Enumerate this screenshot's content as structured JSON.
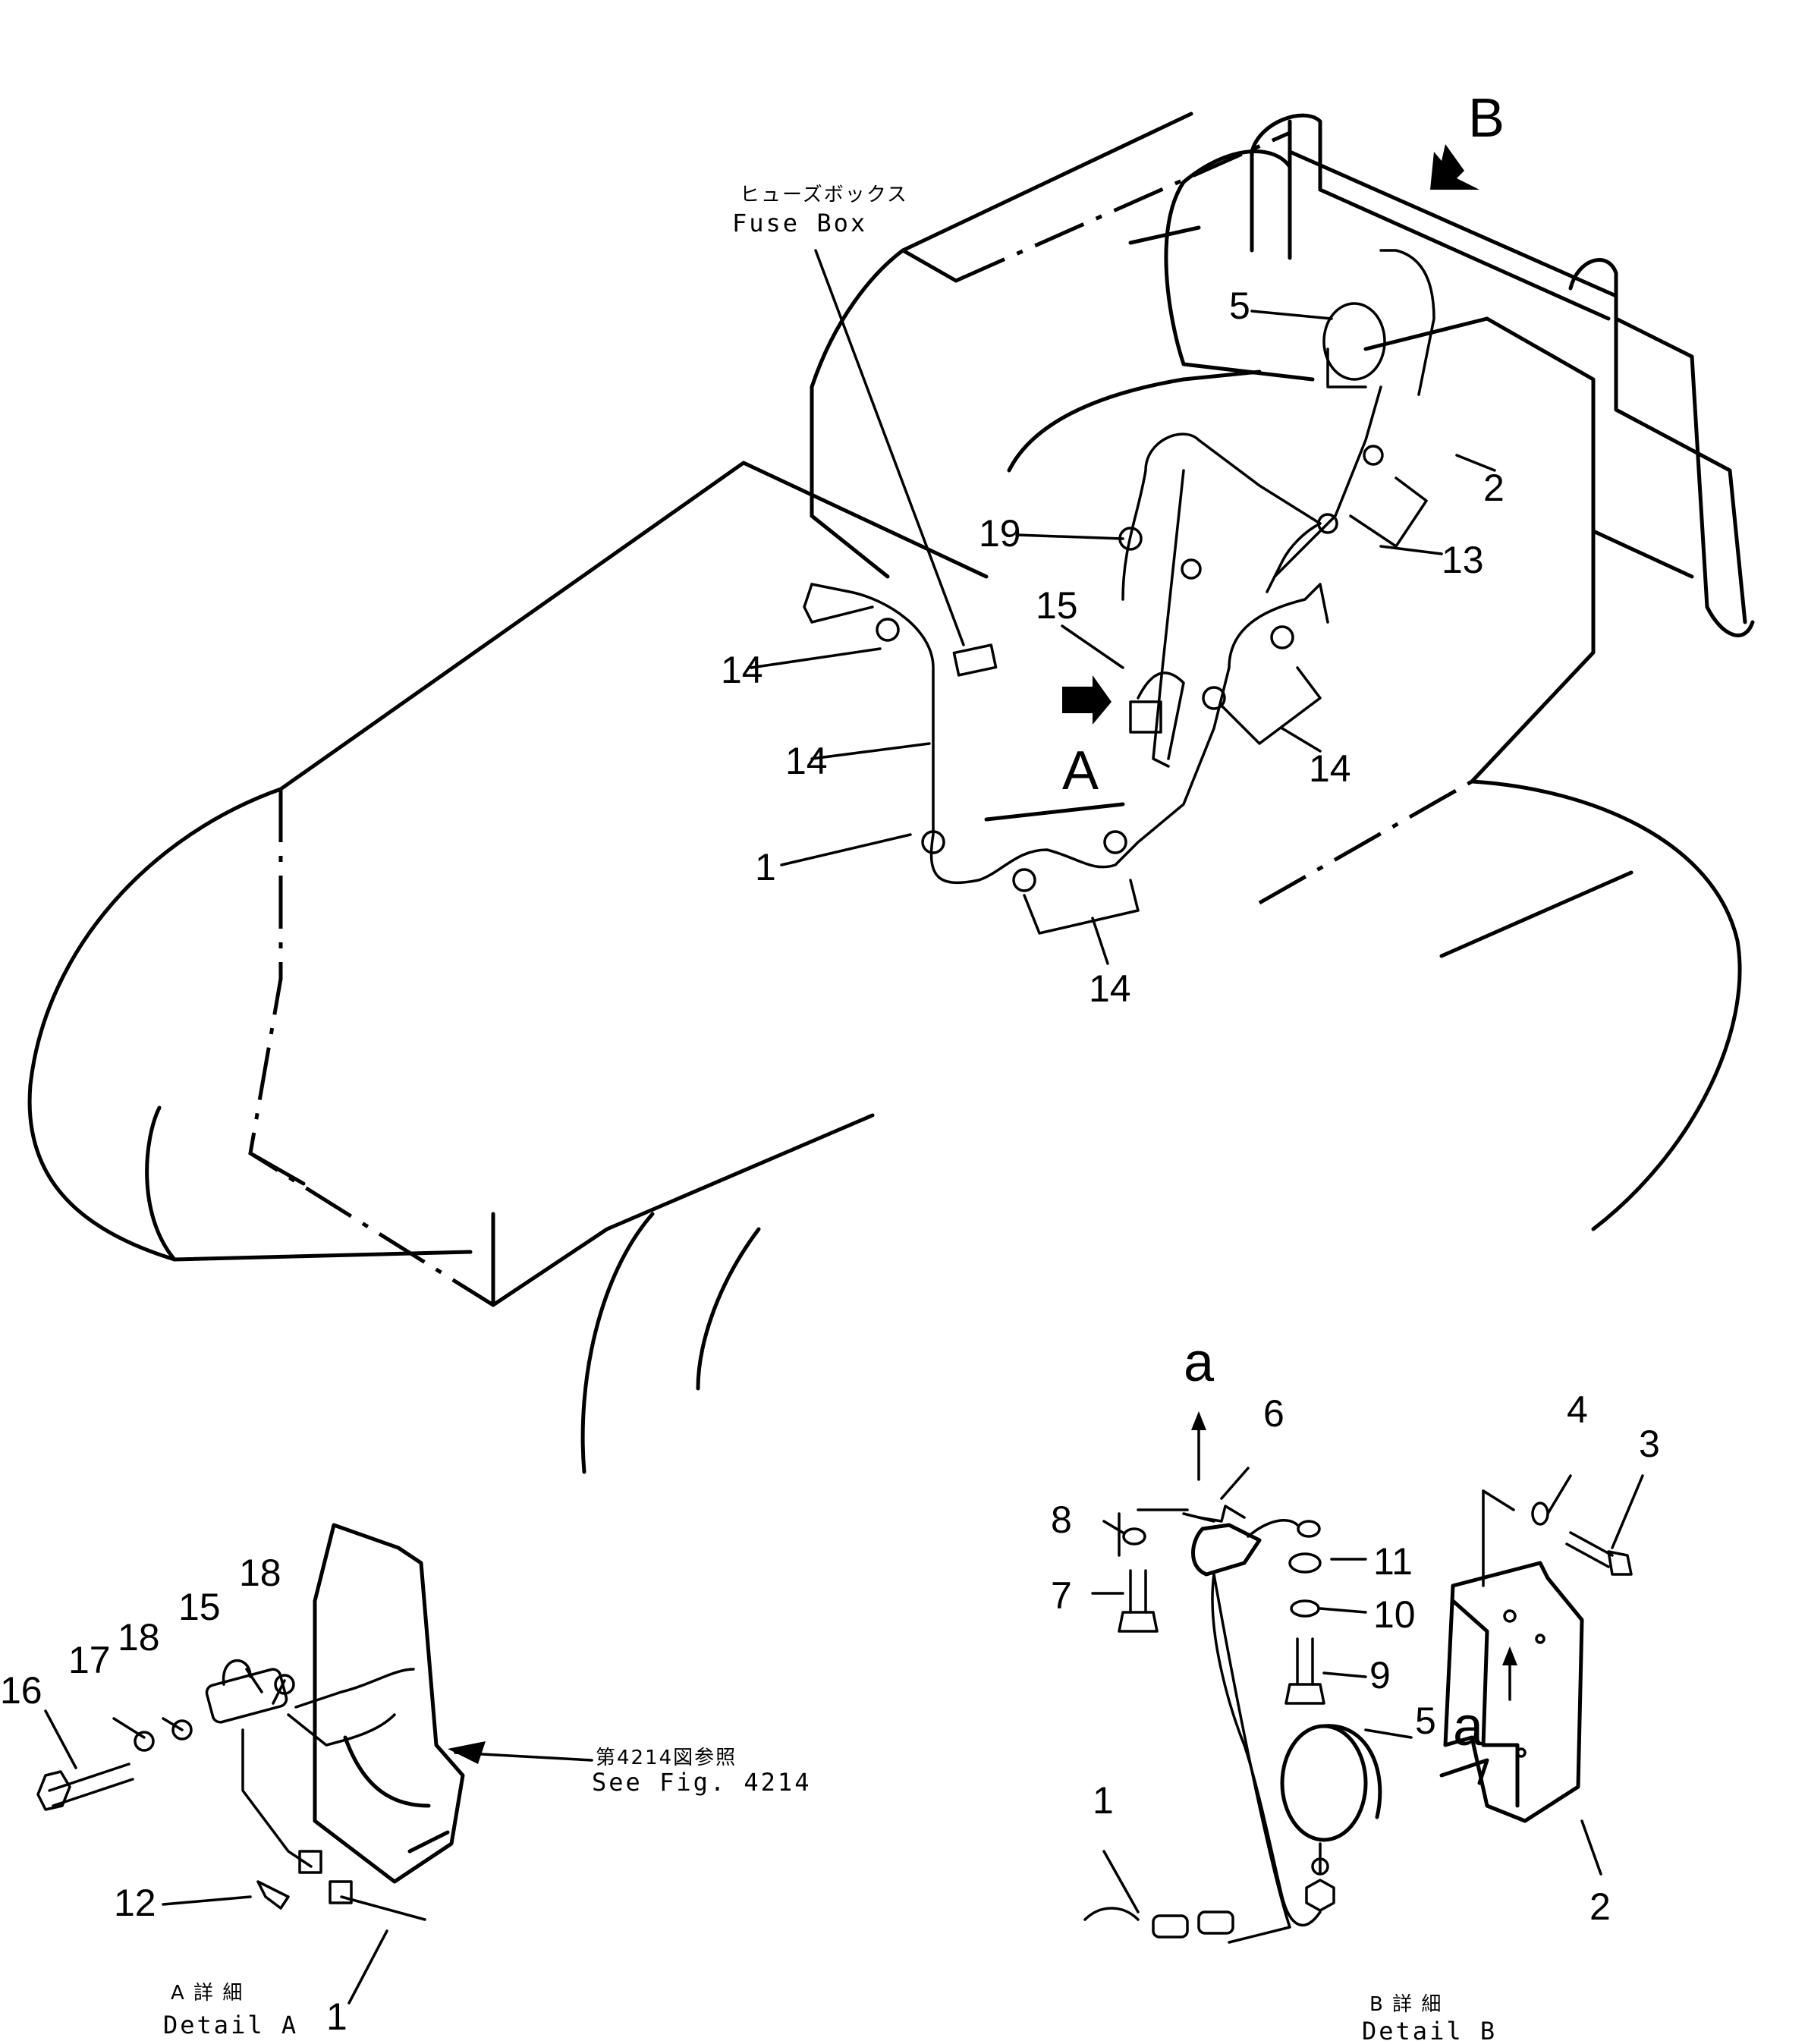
{
  "callouts": {
    "fuse_box_jp": "ヒューズボックス",
    "fuse_box_en": "Fuse Box",
    "view_a": "A",
    "view_b": "B",
    "see_fig_jp": "第4214図参照",
    "see_fig_en": "See Fig. 4214",
    "arrow_a": "a"
  },
  "detail_a": {
    "title_jp": "A 詳 細",
    "title_en": "Detail A"
  },
  "detail_b": {
    "title_jp": "B 詳 細",
    "title_en": "Detail B"
  },
  "part_numbers": {
    "main": [
      "5",
      "2",
      "13",
      "19",
      "15",
      "14",
      "14",
      "1",
      "14",
      "14"
    ],
    "detail_a": [
      "18",
      "15",
      "18",
      "17",
      "16",
      "12",
      "1"
    ],
    "detail_b": [
      "6",
      "4",
      "3",
      "8",
      "11",
      "7",
      "10",
      "9",
      "5",
      "1",
      "2"
    ]
  }
}
